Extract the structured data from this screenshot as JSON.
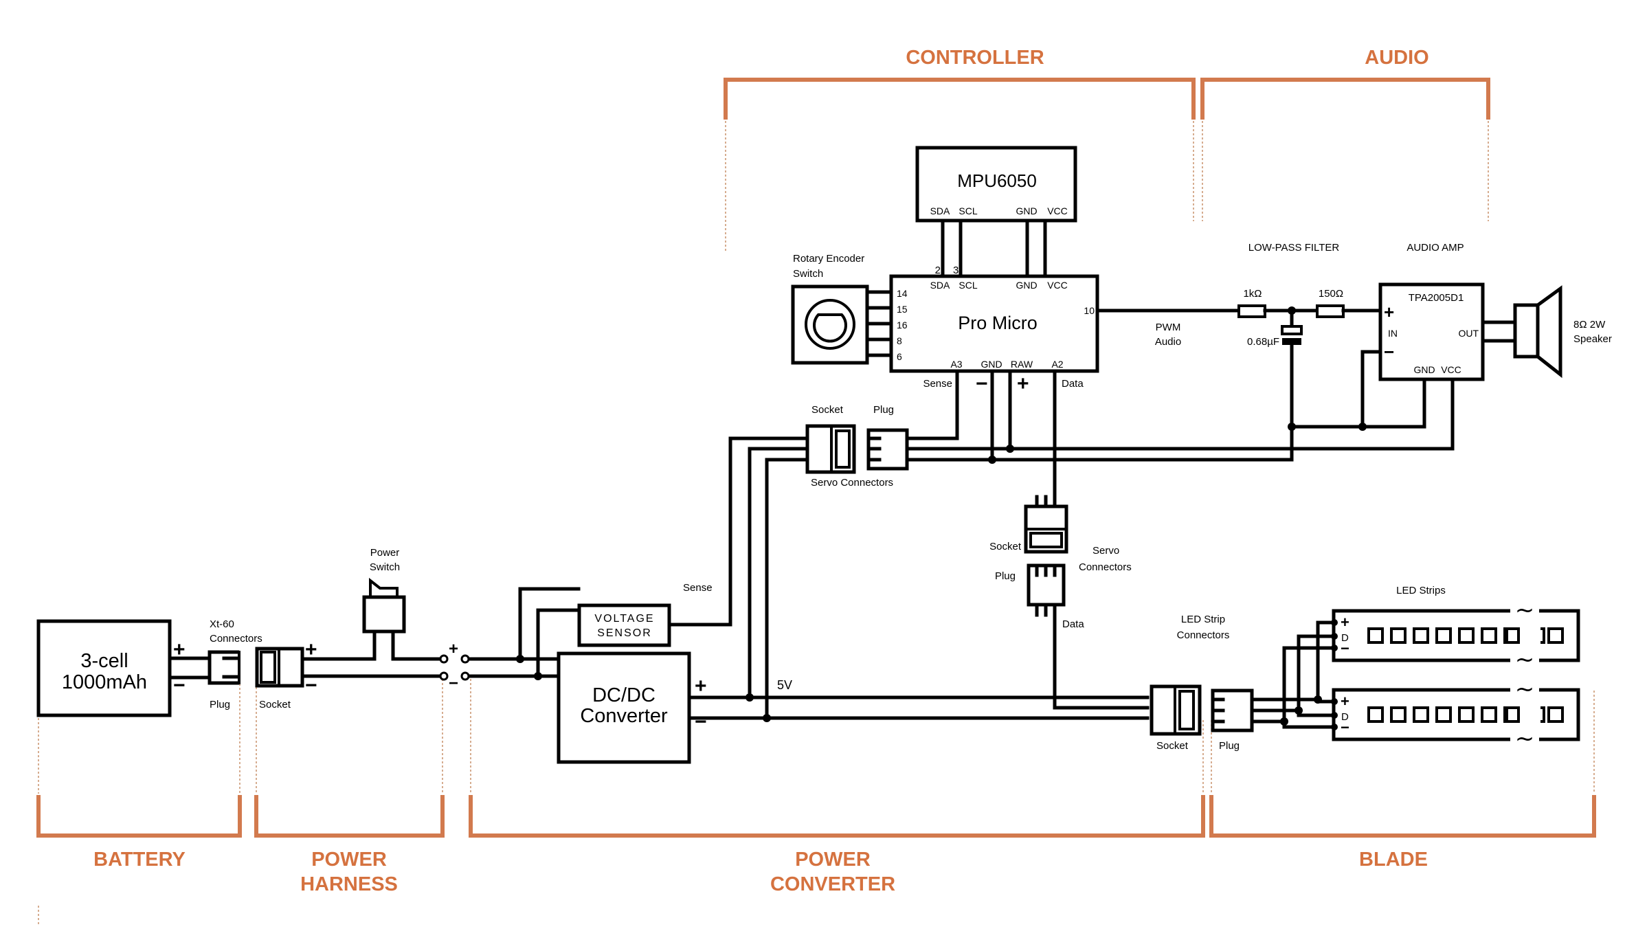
{
  "sections": {
    "controller": "CONTROLLER",
    "audio": "AUDIO",
    "battery": "BATTERY",
    "power_harness": [
      "POWER",
      "HARNESS"
    ],
    "power_converter": [
      "POWER",
      "CONVERTER"
    ],
    "blade": "BLADE"
  },
  "battery": {
    "label": [
      "3-cell",
      "1000mAh"
    ],
    "plus": "+",
    "minus": "−"
  },
  "xt60": {
    "title": [
      "Xt-60",
      "Connectors"
    ],
    "plug": "Plug",
    "socket": "Socket"
  },
  "power_switch": {
    "title": [
      "Power",
      "Switch"
    ]
  },
  "harness_terminals": {
    "plus": "+",
    "minus": "−"
  },
  "voltage_sensor": {
    "label": [
      "VOLTAGE",
      "SENSOR"
    ],
    "output": "Sense"
  },
  "dcdc": {
    "label": [
      "DC/DC",
      "Converter"
    ],
    "plus": "+",
    "minus": "−",
    "rail": "5V"
  },
  "mpu6050": {
    "label": "MPU6050",
    "pins": [
      "SDA",
      "SCL",
      "GND",
      "VCC"
    ]
  },
  "pro_micro": {
    "label": "Pro Micro",
    "top_pin_numbers": [
      "2",
      "3"
    ],
    "top_pins": [
      "SDA",
      "SCL",
      "GND",
      "VCC"
    ],
    "left_pins": [
      "14",
      "15",
      "16",
      "8",
      "6"
    ],
    "right_pin": "10",
    "bottom_pins": [
      "A3",
      "GND",
      "RAW",
      "A2"
    ],
    "bottom_labels": {
      "sense": "Sense",
      "minus": "−",
      "plus": "+",
      "data": "Data"
    }
  },
  "rotary_encoder": {
    "title": [
      "Rotary Encoder",
      "Switch"
    ]
  },
  "servo_connectors_1": {
    "socket": "Socket",
    "plug": "Plug",
    "title": "Servo Connectors"
  },
  "servo_connectors_2": {
    "socket": "Socket",
    "plug": "Plug",
    "title": [
      "Servo",
      "Connectors"
    ],
    "data": "Data"
  },
  "audio": {
    "pwm": [
      "PWM",
      "Audio"
    ],
    "filter_title": "LOW-PASS  FILTER",
    "amp_title": "AUDIO AMP",
    "r1": "1kΩ",
    "r2": "150Ω",
    "cap": "0.68µF",
    "amp": {
      "label": "TPA2005D1",
      "in_plus": "+",
      "in": "IN",
      "in_minus": "−",
      "out": "OUT",
      "gnd": "GND",
      "vcc": "VCC"
    },
    "speaker": [
      "8Ω 2W",
      "Speaker"
    ]
  },
  "led_strip_connectors": {
    "title": [
      "LED Strip",
      "Connectors"
    ],
    "socket": "Socket",
    "plug": "Plug"
  },
  "led_strips": {
    "title": "LED Strips",
    "pins": [
      "+",
      "D",
      "−"
    ],
    "break_symbol": "~",
    "count": 2
  }
}
